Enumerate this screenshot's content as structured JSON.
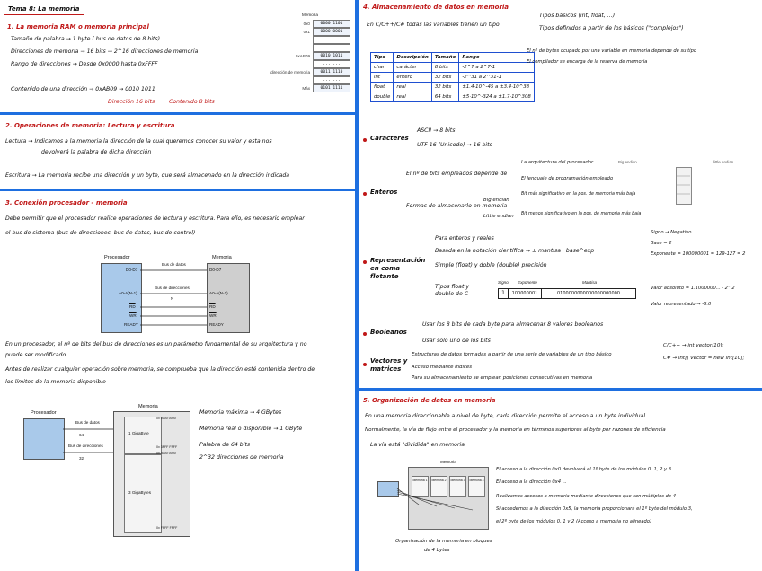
{
  "title": "Tema 8: La memoria",
  "s1": {
    "heading": "1. La memoria RAM o memoria principal",
    "l1": "Tamaño de palabra → 1 byte ( bus de datos de 8 bits)",
    "l2": "Direcciones de memoria → 16 bits → 2^16 direcciones de memoria",
    "l3": "Rango de direcciones → Desde 0x0000 hasta 0xFFFF",
    "l4": "Contenido de una dirección → 0xAB09 → 0010 1011",
    "l4a": "Dirección 16 bits",
    "l4b": "Contenido 8 bits",
    "table_title": "Memoria",
    "rows": [
      {
        "addr": "0x0",
        "val": "0000 1101"
      },
      {
        "addr": "0x1",
        "val": "0000 0001"
      },
      {
        "addr": "",
        "val": "... ..."
      },
      {
        "addr": "",
        "val": "... ..."
      },
      {
        "addr": "0xAB09",
        "val": "0010 1011"
      },
      {
        "addr": "",
        "val": "... ..."
      },
      {
        "addr": "dirección de memoria",
        "val": "0011 1110"
      },
      {
        "addr": "",
        "val": "... ..."
      },
      {
        "addr": "Máx",
        "val": "0101 1111"
      }
    ]
  },
  "s2": {
    "heading": "2. Operaciones de memoria: Lectura y escritura",
    "l1": "Lectura → Indicamos a la memoria la dirección de la cual queremos conocer su valor y esta nos",
    "l2": "devolverá la palabra de dicha dirección",
    "l3": "Escritura → La memoria recibe una dirección y un byte, que será almacenado en la dirección indicada"
  },
  "s3": {
    "heading": "3. Conexión procesador - memoria",
    "l1": "Debe permitir que el procesador realice operaciones de lectura y escritura. Para ello, es necesario emplear",
    "l2": "el bus de sistema (bus de direcciones, bus de datos, bus de control)",
    "d1": {
      "proc": "Procesador",
      "mem": "Memoria",
      "bus_datos": "Bus de datos",
      "bus_dir": "Bus de direcciones",
      "d": "D0-D7",
      "a": "A0-A(N-1)",
      "n": "N",
      "rd": "RD",
      "wr": "WR",
      "ready": "READY",
      "d2": "D0-D7",
      "a2": "A0-A(N-1)",
      "rd2": "RD",
      "wr2": "WR",
      "ready2": "READY"
    },
    "l3": "En un procesador, el nº de bits del bus de direcciones es un parámetro fundamental de su arquitectura y no",
    "l4": "puede ser modificado.",
    "l5": "Antes de realizar cualquier operación sobre memoria, se comprueba que la dirección esté contenida dentro de",
    "l6": "los límites de la memoria disponible",
    "d2": {
      "proc": "Procesador",
      "mem": "Memoria",
      "bus_datos": "Bus de datos",
      "n64": "64",
      "bus_dir": "Bus de direcciones",
      "n32": "32",
      "g1": "1 GigaByte",
      "g3": "3 GigaBytes",
      "a1": "0x 0000 0000",
      "a2": "0x 3FFF FFFF",
      "a3": "0x 4000 0000",
      "a4": "0x FFFF FFFF"
    },
    "n1": "Memoria máxima → 4 GBytes",
    "n2": "Memoria real o disponible → 1 GByte",
    "n3": "Palabra de 64 bits",
    "n4": "2^32 direcciones de memoria"
  },
  "s4": {
    "heading": "4. Almacenamiento de datos en memoria",
    "intro": "En C/C++/C# todas las variables tienen un tipo",
    "b1": "Tipos básicos (int, float, ...)",
    "b2": "Tipos definidos a partir de los básicos (\"complejos\")",
    "table": {
      "head": [
        "Tipo",
        "Descripción",
        "Tamaño",
        "Rango"
      ],
      "rows": [
        [
          "char",
          "carácter",
          "8 bits",
          "-2^7 a 2^7-1"
        ],
        [
          "int",
          "entero",
          "32 bits",
          "-2^31 a 2^31-1"
        ],
        [
          "float",
          "real",
          "32 bits",
          "±1.4·10^-45 a ±3.4·10^38"
        ],
        [
          "double",
          "real",
          "64 bits",
          "±5·10^-324 a ±1.7·10^308"
        ]
      ]
    },
    "side1": "El nº de bytes ocupado por una variable en memoria depende de su tipo",
    "side2": "El compilador se encarga de la reserva de memoria",
    "car": "Caracteres",
    "ascii": "ASCII → 8 bits",
    "utf": "UTF-16 (Unicode) → 16 bits",
    "ent": "Enteros",
    "ent1": "El nº de bits empleados depende de",
    "ent1a": "La arquitectura del procesador",
    "ent1b": "El lenguaje de programación empleado",
    "ent2": "Formas de almacenarlo en memoria",
    "big": "Big endian",
    "bigd": "Bit más significativo en la pos. de memoria más baja",
    "little": "Little endian",
    "littled": "Bit menos significativo en la pos. de memoria más baja",
    "endian_big": "Big endian",
    "endian_little": "little endian",
    "rep": "Representación en coma flotante",
    "rep1": "Para enteros y reales",
    "rep2": "Basada en la notación científica → ± mantisa · base^exp",
    "rep3": "Simple (float) y doble (double) precisión",
    "rep4": "Tipos float y double de C",
    "signo": "Signo",
    "exp": "Exponente",
    "mant": "Mantisa",
    "f1": "Signo → Negativo",
    "f2": "Base = 2",
    "f3": "Exponente = 100000001 = 129-127 = 2",
    "f4": "Valor absoluto = 1.1000000... · 2^2",
    "f5": "Valor representado → -6.0",
    "bool": "Booleanos",
    "bool1": "Usar los 8 bits de cada byte para almacenar 8 valores booleanos",
    "bool2": "Usar solo uno de los bits",
    "vec": "Vectores y matrices",
    "vec1": "Estructuras de datos formadas a partir de una serie de variables de un tipo básico",
    "vec2": "Acceso mediante índices",
    "vec3": "Para su almacenamiento se emplean posiciones consecutivas en memoria",
    "cpp": "C/C++ → int vector[10];",
    "cs": "C# → int[] vector = new int[10];"
  },
  "s5": {
    "heading": "5. Organización de datos en memoria",
    "l1": "En una memoria direccionable a nivel de byte, cada dirección permite el acceso a un byte individual.",
    "l2": "Normalmente, la vía de flujo entre el procesador y la memoria en términos superiores al byte por razones de eficiencia",
    "l3": "La vía está \"dividida\" en memoria",
    "mem": "Memoria",
    "m": [
      "Memoria 1",
      "Memoria 2",
      "Memoria 3",
      "Memoria 4"
    ],
    "cap1": "Organización de la memoria en bloques",
    "cap2": "de 4 bytes",
    "t1": "El acceso a la dirección 0x0 devolverá el 1º byte de los módulos 0, 1, 2 y 3",
    "t2": "El acceso a la dirección 0x4 ...",
    "t3": "Realizamos accesos a memoria mediante direcciones que son múltiplos de 4",
    "t4": "Si accedemos a la dirección 0x5, la memoria proporcionará el 1º byte del módulo 3,",
    "t5": "el 2º byte de los módulos 0, 1 y 2 (Acceso a memoria no alineado)"
  }
}
